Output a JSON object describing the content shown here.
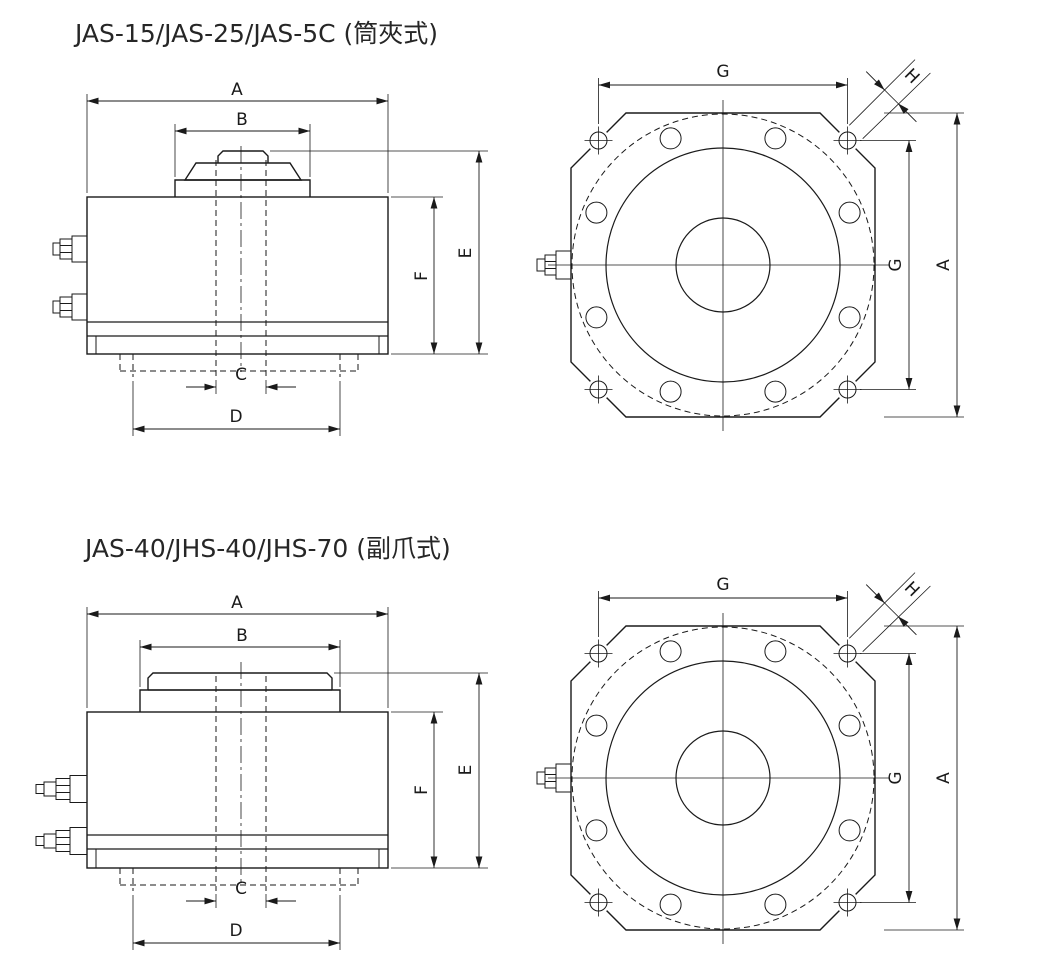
{
  "drawing": {
    "background": "#ffffff",
    "line_color": "#1a1a1a"
  },
  "sections": {
    "top": {
      "title": "JAS-15/JAS-25/JAS-5C (筒夾式)",
      "side_dims": {
        "a": "A",
        "b": "B",
        "c": "C",
        "d": "D",
        "e": "E",
        "f": "F"
      },
      "front_dims": {
        "g_top": "G",
        "h": "H",
        "g_right": "G",
        "a_right": "A"
      }
    },
    "bottom": {
      "title": "JAS-40/JHS-40/JHS-70 (副爪式)",
      "side_dims": {
        "a": "A",
        "b": "B",
        "c": "C",
        "d": "D",
        "e": "E",
        "f": "F"
      },
      "front_dims": {
        "g_top": "G",
        "h": "H",
        "g_right": "G",
        "a_right": "A"
      }
    }
  }
}
